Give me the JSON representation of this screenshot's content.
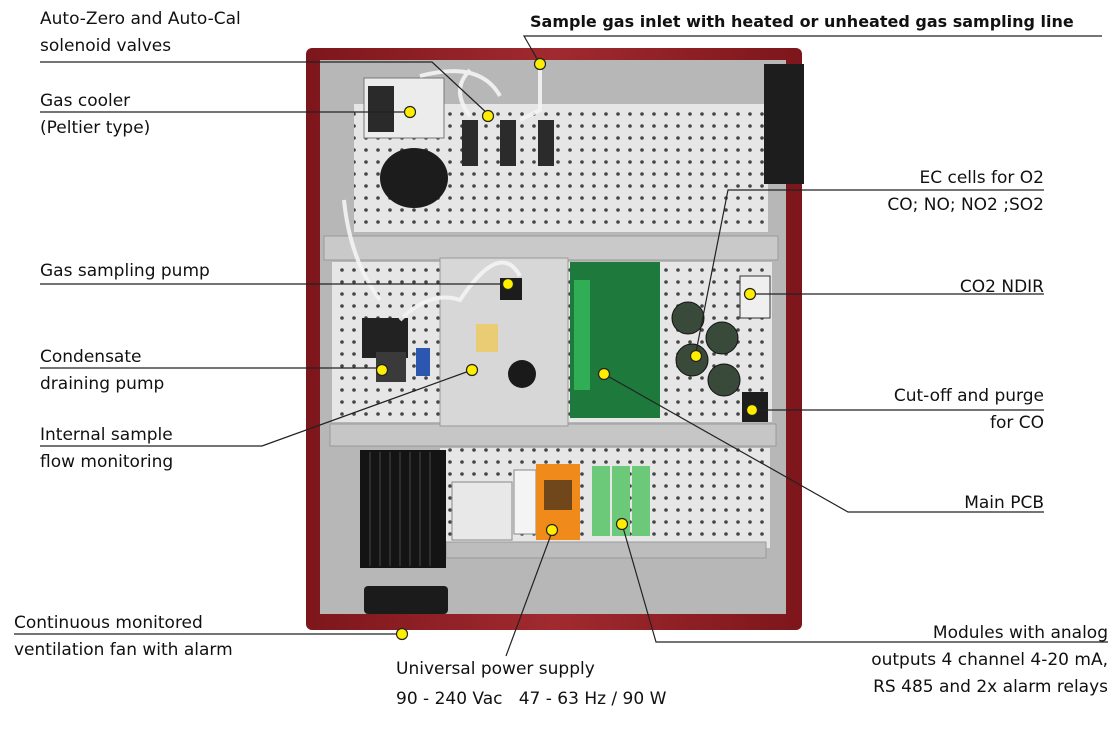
{
  "labels": {
    "autozero": {
      "line1": "Auto-Zero and Auto-Cal",
      "line2": "solenoid valves"
    },
    "inlet": {
      "line1": "Sample gas inlet with heated or unheated gas sampling line"
    },
    "cooler": {
      "line1": "Gas cooler",
      "line2": "(Peltier type)"
    },
    "ec": {
      "line1": "EC cells for O2",
      "line2": "CO; NO; NO2 ;SO2"
    },
    "pump": {
      "line1": "Gas sampling pump"
    },
    "ndir": {
      "line1": "CO2 NDIR"
    },
    "condensate": {
      "line1": "Condensate",
      "line2": "draining pump"
    },
    "cutoff": {
      "line1": "Cut-off and purge",
      "line2": "for CO"
    },
    "flow": {
      "line1": "Internal sample",
      "line2": "flow monitoring"
    },
    "pcb": {
      "line1": "Main PCB"
    },
    "fan": {
      "line1": "Continuous monitored",
      "line2": "ventilation fan with alarm"
    },
    "psu": {
      "line1": "Universal power supply",
      "line2": "90 - 240 Vac   47 - 63 Hz / 90 W"
    },
    "modules": {
      "line1": "Modules with analog",
      "line2": "outputs 4 channel 4-20 mA,",
      "line3": "RS 485 and 2x alarm relays"
    }
  },
  "colors": {
    "enclosure": "#8f1f24",
    "backplate": "#dcdcdc",
    "marker": "#ffee00",
    "leader": "#222222"
  }
}
